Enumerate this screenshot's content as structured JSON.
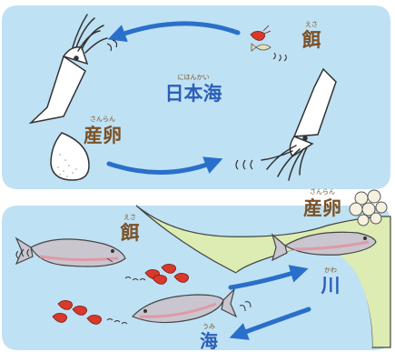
{
  "top": {
    "sea": {
      "label": "日本海",
      "ruby": "にほんかい"
    },
    "food": {
      "label": "餌",
      "ruby": "えさ"
    },
    "spawn": {
      "label": "産卵",
      "ruby": "さんらん"
    }
  },
  "bottom": {
    "food": {
      "label": "餌",
      "ruby": "えさ"
    },
    "spawn": {
      "label": "産卵",
      "ruby": "さんらん"
    },
    "river": {
      "label": "川",
      "ruby": "かわ"
    },
    "sea": {
      "label": "海",
      "ruby": "うみ"
    }
  },
  "colors": {
    "water": "#bfe1f4",
    "arrow": "#2a6fc9",
    "land": "#dcecb2",
    "text_brown": "#7a5228",
    "text_blue": "#2b5fb8"
  }
}
